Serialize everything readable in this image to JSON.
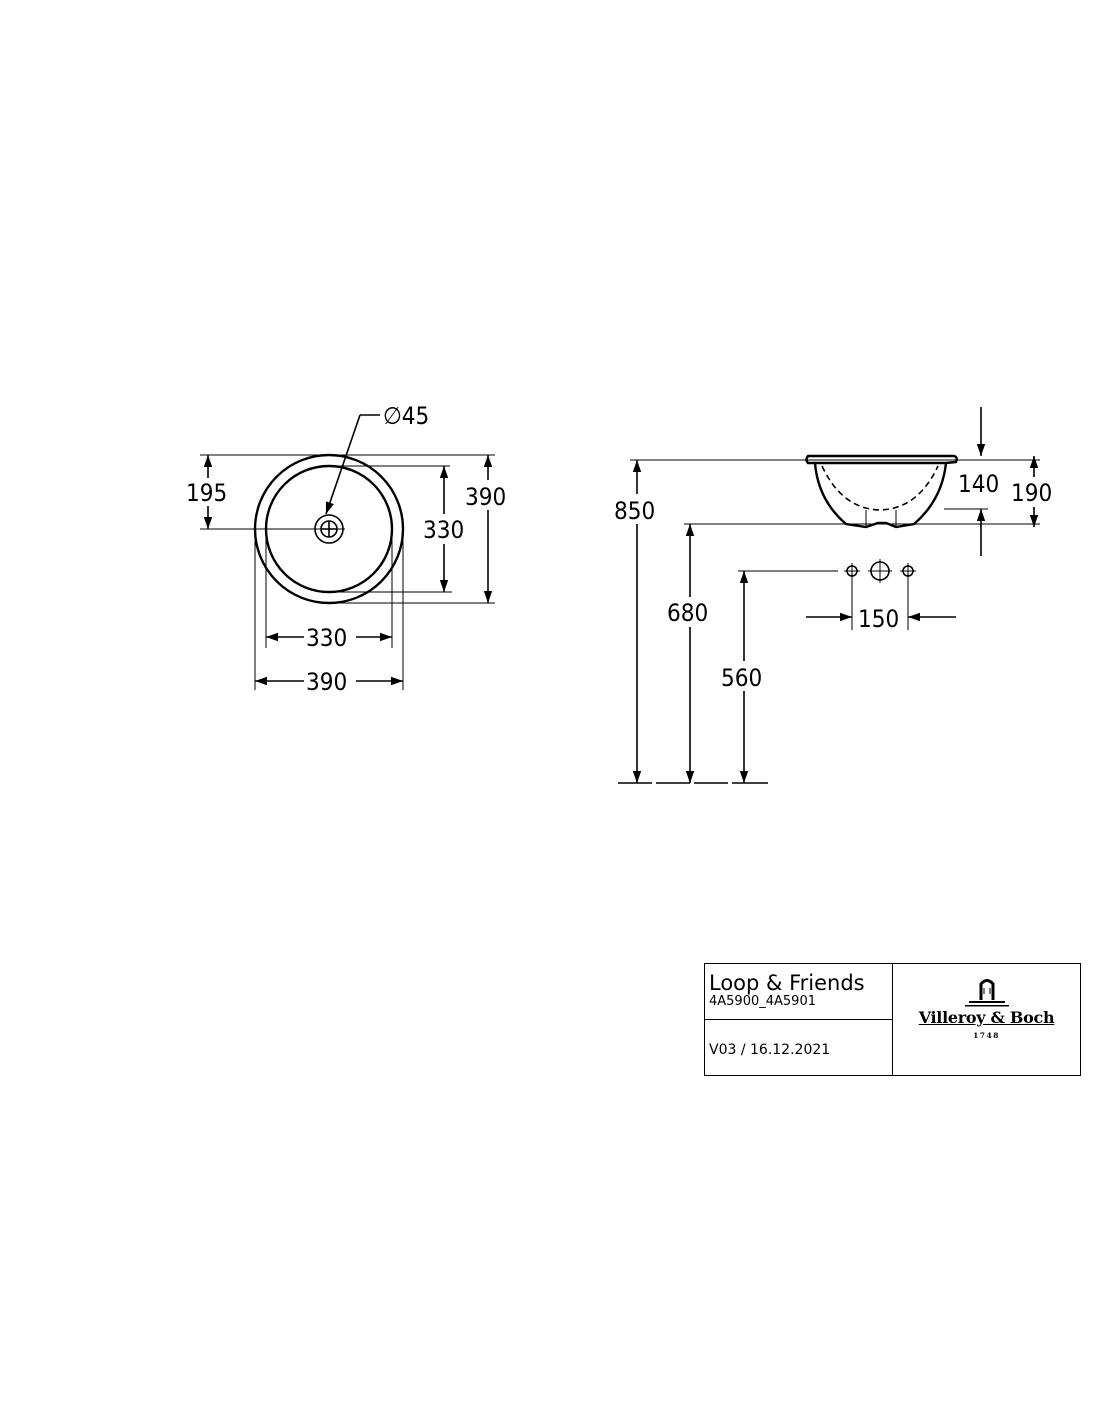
{
  "top_view": {
    "bowl_diameter": "330",
    "overall_diameter": "390",
    "center_offset": "195",
    "bowl_depth": "330",
    "overall_depth": "390",
    "drain_diameter": "∅45"
  },
  "side_view": {
    "rim_height": "850",
    "outlet_height": "680",
    "tap_height": "560",
    "tap_spacing": "150",
    "bowl_depth": "140",
    "overall_height": "190"
  },
  "title_block": {
    "product_name": "Loop & Friends",
    "article_numbers": "4A5900_4A5901",
    "version_date": "V03 / 16.12.2021",
    "brand_name": "Villeroy & Boch",
    "brand_year": "1748"
  }
}
